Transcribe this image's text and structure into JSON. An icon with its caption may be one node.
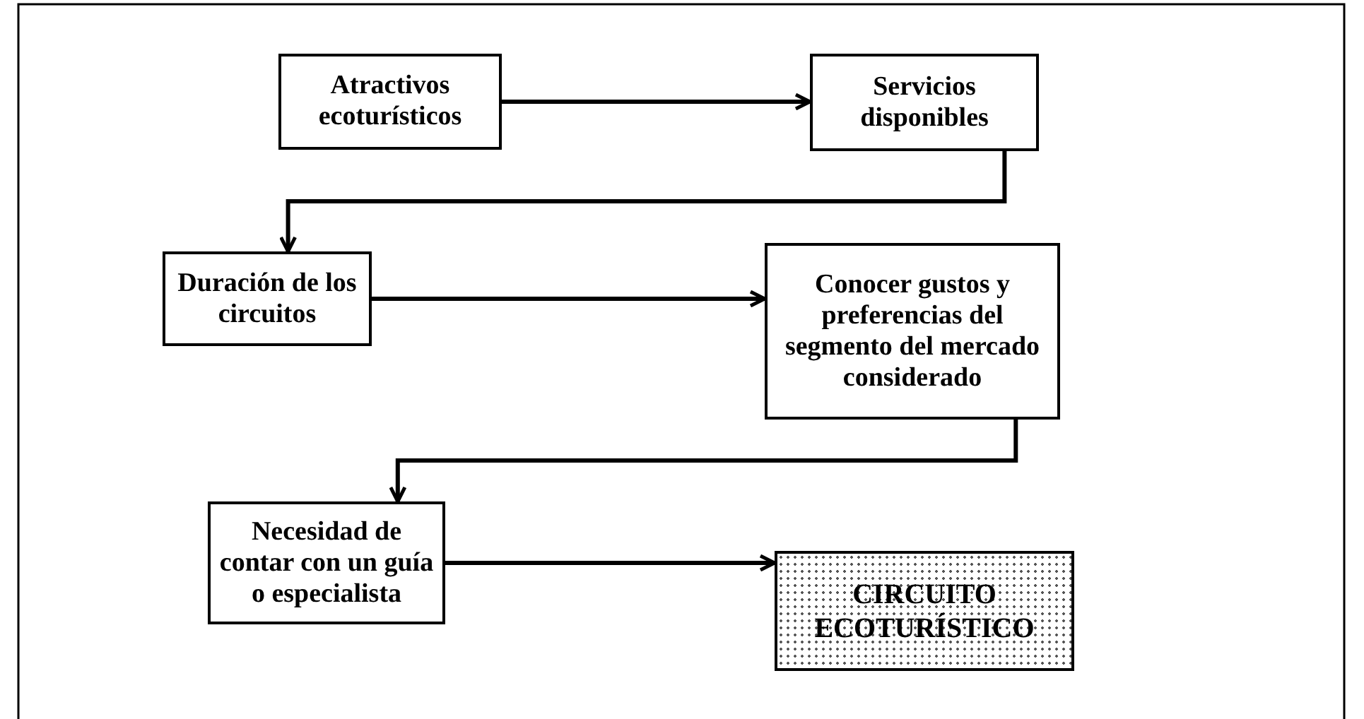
{
  "diagram": {
    "nodes": [
      {
        "text": [
          "Atractivos ecoturísticos"
        ]
      },
      {
        "text": [
          "Servicios disponibles"
        ]
      },
      {
        "text": [
          "Duración de los circuitos"
        ]
      },
      {
        "text": [
          "Conocer gustos y preferencias del segmento del mercado considerado"
        ]
      },
      {
        "text": [
          "Necesidad de contar con un guía o especialista"
        ]
      },
      {
        "text": [
          "CIRCUITO ECOTURÍSTICO"
        ]
      }
    ],
    "edges": [
      {
        "from": 0,
        "to": 1,
        "arrow": "to"
      },
      {
        "from": 1,
        "to": 2,
        "arrow": "to"
      },
      {
        "from": 2,
        "to": 3,
        "arrow": "to"
      },
      {
        "from": 3,
        "to": 4,
        "arrow": "to"
      },
      {
        "from": 4,
        "to": 5,
        "arrow": "to"
      }
    ]
  }
}
